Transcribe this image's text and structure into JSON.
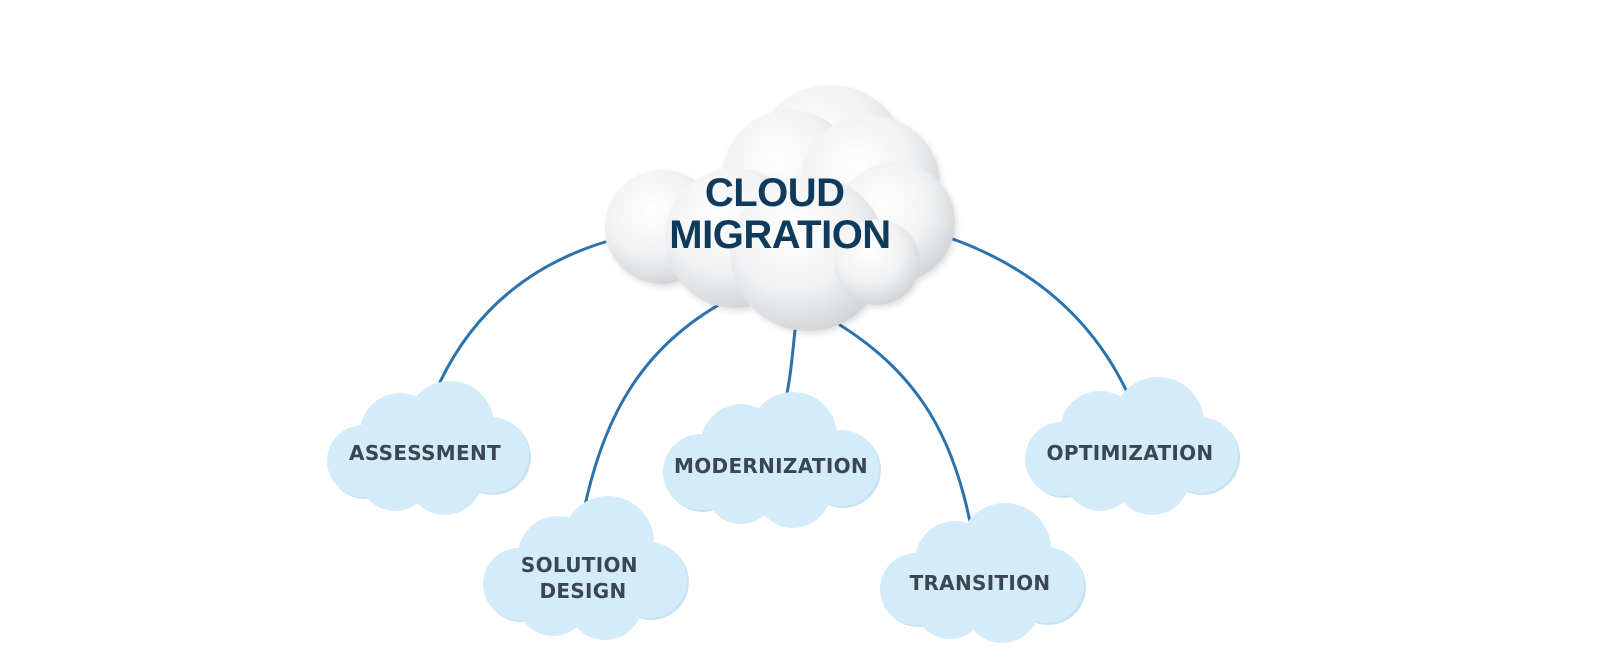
{
  "diagram": {
    "center": {
      "title_lines": [
        "CLOUD",
        "MIGRATION"
      ]
    },
    "nodes": [
      {
        "id": "assessment",
        "label_lines": [
          "ASSESSMENT"
        ]
      },
      {
        "id": "solution-design",
        "label_lines": [
          "SOLUTION",
          "DESIGN"
        ]
      },
      {
        "id": "modernization",
        "label_lines": [
          "MODERNIZATION"
        ]
      },
      {
        "id": "transition",
        "label_lines": [
          "TRANSITION"
        ]
      },
      {
        "id": "optimization",
        "label_lines": [
          "OPTIMIZATION"
        ]
      }
    ],
    "colors": {
      "center_title": "#0e3a5c",
      "node_fill": "#d4ecf9",
      "node_text": "#3a4652",
      "connector": "#2a73ad"
    }
  }
}
